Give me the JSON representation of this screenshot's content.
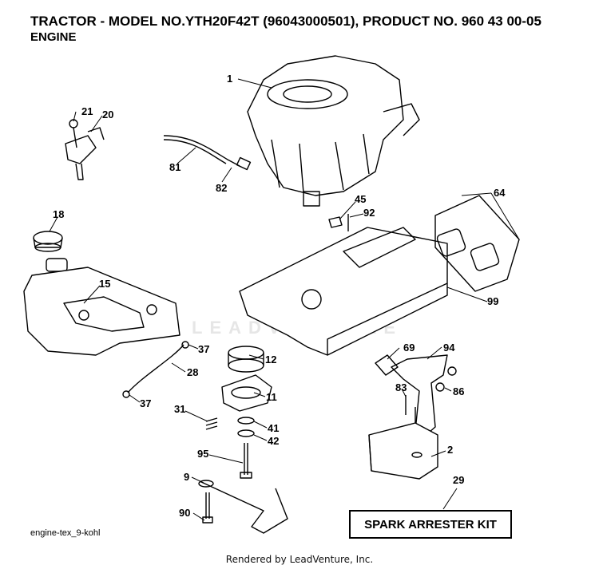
{
  "header": {
    "title": "TRACTOR - MODEL NO.YTH20F42T (96043000501), PRODUCT NO. 960 43 00-05",
    "subtitle": "ENGINE"
  },
  "watermark": "LEADVENTURE",
  "callouts": [
    "1",
    "21",
    "20",
    "81",
    "82",
    "45",
    "92",
    "64",
    "18",
    "15",
    "99",
    "37",
    "12",
    "28",
    "11",
    "37",
    "31",
    "41",
    "42",
    "95",
    "9",
    "90",
    "69",
    "94",
    "83",
    "86",
    "2",
    "29"
  ],
  "kit_label": "SPARK ARRESTER KIT",
  "image_code": "engine-tex_9-kohl",
  "footer": "Rendered by LeadVenture, Inc."
}
